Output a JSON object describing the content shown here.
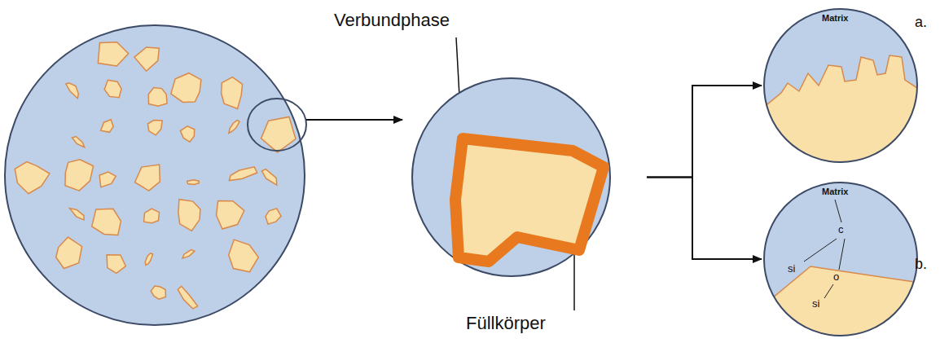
{
  "diagram": {
    "nodes": [
      {
        "text": [
          "Verbundphase",
          "Füllkörper"
        ]
      },
      {
        "text": [
          "Matrix",
          "a."
        ]
      },
      {
        "text": [
          "Matrix",
          "si",
          "c",
          "o",
          "si",
          "b."
        ]
      }
    ],
    "edges": [
      {
        "from": 0,
        "to": 1,
        "arrow": "to"
      },
      {
        "from": 0,
        "to": 2,
        "arrow": "to"
      }
    ]
  }
}
